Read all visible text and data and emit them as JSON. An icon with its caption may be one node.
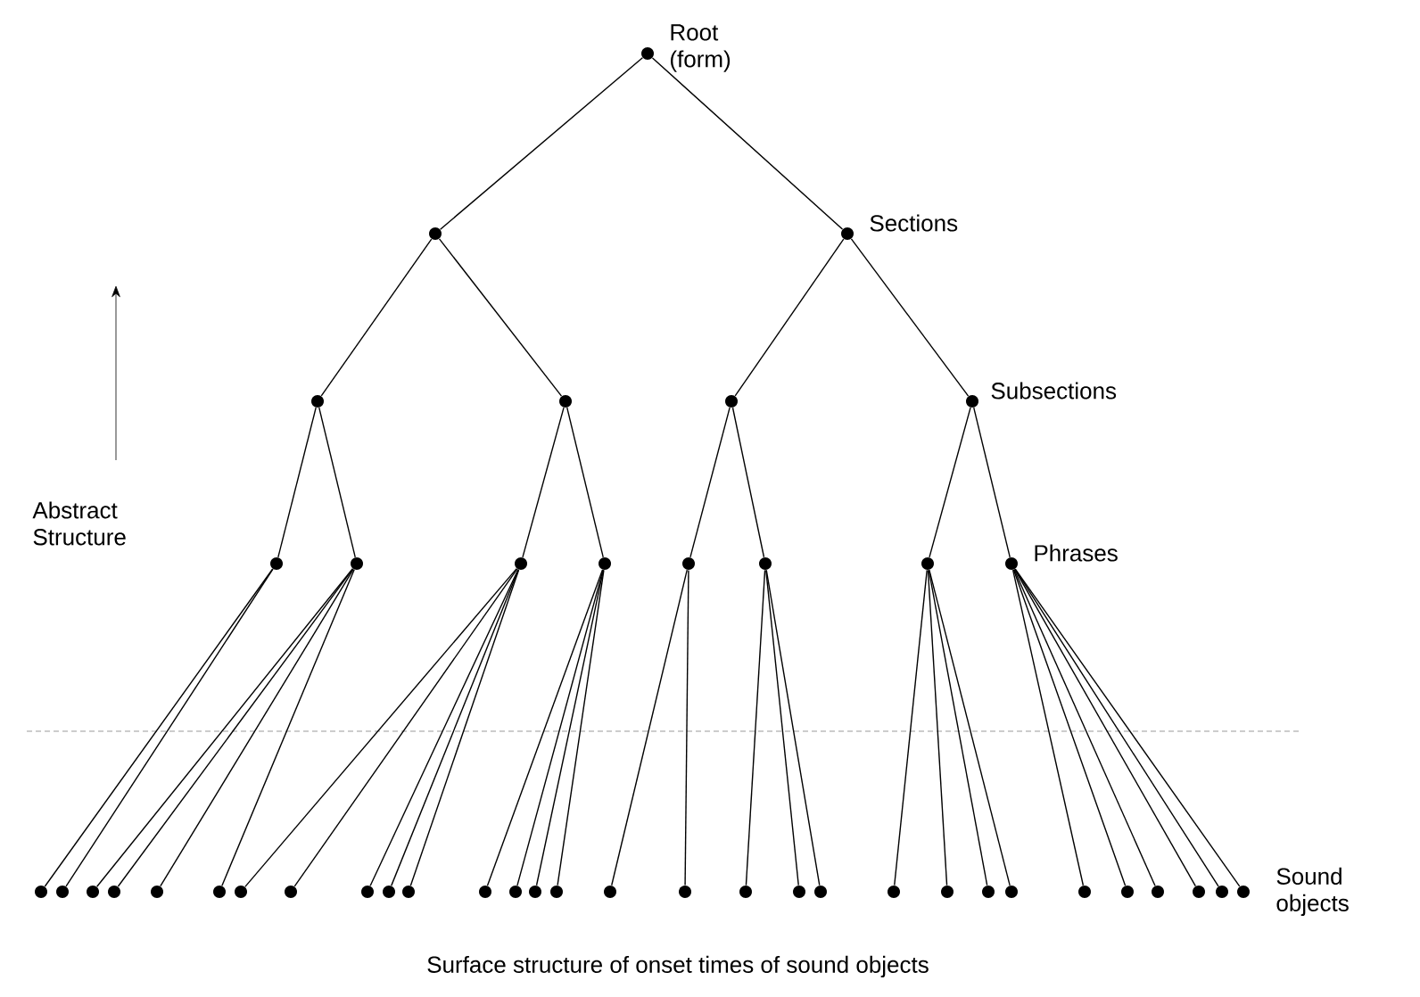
{
  "diagram": {
    "caption": "Surface structure of onset times of sound objects",
    "nodes": [
      {
        "text": [],
        "shape": "circle",
        "beside": [
          "Root (form)"
        ]
      },
      {
        "text": [],
        "shape": "circle"
      },
      {
        "text": [],
        "shape": "circle",
        "beside": [
          "Sections"
        ]
      },
      {
        "text": [],
        "shape": "circle"
      },
      {
        "text": [],
        "shape": "circle"
      },
      {
        "text": [],
        "shape": "circle"
      },
      {
        "text": [],
        "shape": "circle",
        "beside": [
          "Subsections"
        ]
      },
      {
        "text": [],
        "shape": "circle"
      },
      {
        "text": [],
        "shape": "circle"
      },
      {
        "text": [],
        "shape": "circle"
      },
      {
        "text": [],
        "shape": "circle"
      },
      {
        "text": [],
        "shape": "circle"
      },
      {
        "text": [],
        "shape": "circle"
      },
      {
        "text": [],
        "shape": "circle"
      },
      {
        "text": [],
        "shape": "circle",
        "beside": [
          "Phrases"
        ]
      },
      {
        "text": [],
        "shape": "circle"
      },
      {
        "text": [],
        "shape": "circle"
      },
      {
        "text": [],
        "shape": "circle"
      },
      {
        "text": [],
        "shape": "circle"
      },
      {
        "text": [],
        "shape": "circle"
      },
      {
        "text": [],
        "shape": "circle"
      },
      {
        "text": [],
        "shape": "circle"
      },
      {
        "text": [],
        "shape": "circle"
      },
      {
        "text": [],
        "shape": "circle"
      },
      {
        "text": [],
        "shape": "circle"
      },
      {
        "text": [],
        "shape": "circle"
      },
      {
        "text": [],
        "shape": "circle"
      },
      {
        "text": [],
        "shape": "circle"
      },
      {
        "text": [],
        "shape": "circle"
      },
      {
        "text": [],
        "shape": "circle"
      },
      {
        "text": [],
        "shape": "circle"
      },
      {
        "text": [],
        "shape": "circle"
      },
      {
        "text": [],
        "shape": "circle"
      },
      {
        "text": [],
        "shape": "circle"
      },
      {
        "text": [],
        "shape": "circle"
      },
      {
        "text": [],
        "shape": "circle"
      },
      {
        "text": [],
        "shape": "circle"
      },
      {
        "text": [],
        "shape": "circle"
      },
      {
        "text": [],
        "shape": "circle"
      },
      {
        "text": [],
        "shape": "circle"
      },
      {
        "text": [],
        "shape": "circle"
      },
      {
        "text": [],
        "shape": "circle"
      },
      {
        "text": [],
        "shape": "circle"
      },
      {
        "text": [],
        "shape": "circle"
      },
      {
        "text": [],
        "shape": "circle",
        "beside": [
          "Sound objects"
        ]
      }
    ],
    "edges": [
      {
        "from": 0,
        "to": 1,
        "arrow": "none"
      },
      {
        "from": 0,
        "to": 2,
        "arrow": "none"
      },
      {
        "from": 1,
        "to": 3,
        "arrow": "none"
      },
      {
        "from": 1,
        "to": 4,
        "arrow": "none"
      },
      {
        "from": 2,
        "to": 5,
        "arrow": "none"
      },
      {
        "from": 2,
        "to": 6,
        "arrow": "none"
      },
      {
        "from": 3,
        "to": 7,
        "arrow": "none"
      },
      {
        "from": 3,
        "to": 8,
        "arrow": "none"
      },
      {
        "from": 4,
        "to": 9,
        "arrow": "none"
      },
      {
        "from": 4,
        "to": 10,
        "arrow": "none"
      },
      {
        "from": 5,
        "to": 11,
        "arrow": "none"
      },
      {
        "from": 5,
        "to": 12,
        "arrow": "none"
      },
      {
        "from": 6,
        "to": 13,
        "arrow": "none"
      },
      {
        "from": 6,
        "to": 14,
        "arrow": "none"
      },
      {
        "from": 7,
        "to": 15,
        "arrow": "none"
      },
      {
        "from": 7,
        "to": 16,
        "arrow": "none"
      },
      {
        "from": 8,
        "to": 17,
        "arrow": "none"
      },
      {
        "from": 8,
        "to": 18,
        "arrow": "none"
      },
      {
        "from": 8,
        "to": 19,
        "arrow": "none"
      },
      {
        "from": 8,
        "to": 20,
        "arrow": "none"
      },
      {
        "from": 9,
        "to": 21,
        "arrow": "none"
      },
      {
        "from": 9,
        "to": 22,
        "arrow": "none"
      },
      {
        "from": 9,
        "to": 23,
        "arrow": "none"
      },
      {
        "from": 9,
        "to": 24,
        "arrow": "none"
      },
      {
        "from": 9,
        "to": 25,
        "arrow": "none"
      },
      {
        "from": 10,
        "to": 26,
        "arrow": "none"
      },
      {
        "from": 10,
        "to": 27,
        "arrow": "none"
      },
      {
        "from": 10,
        "to": 28,
        "arrow": "none"
      },
      {
        "from": 10,
        "to": 29,
        "arrow": "none"
      },
      {
        "from": 11,
        "to": 30,
        "arrow": "none"
      },
      {
        "from": 11,
        "to": 31,
        "arrow": "none"
      },
      {
        "from": 12,
        "to": 32,
        "arrow": "none"
      },
      {
        "from": 12,
        "to": 33,
        "arrow": "none"
      },
      {
        "from": 12,
        "to": 34,
        "arrow": "none"
      },
      {
        "from": 13,
        "to": 35,
        "arrow": "none"
      },
      {
        "from": 13,
        "to": 36,
        "arrow": "none"
      },
      {
        "from": 13,
        "to": 37,
        "arrow": "none"
      },
      {
        "from": 13,
        "to": 38,
        "arrow": "none"
      },
      {
        "from": 14,
        "to": 39,
        "arrow": "none"
      },
      {
        "from": 14,
        "to": 40,
        "arrow": "none"
      },
      {
        "from": 14,
        "to": 41,
        "arrow": "none"
      },
      {
        "from": 14,
        "to": 42,
        "arrow": "none"
      },
      {
        "from": 14,
        "to": 43,
        "arrow": "none"
      },
      {
        "from": 14,
        "to": 44,
        "arrow": "none"
      }
    ],
    "labels": [
      "Abstract Structure"
    ]
  }
}
